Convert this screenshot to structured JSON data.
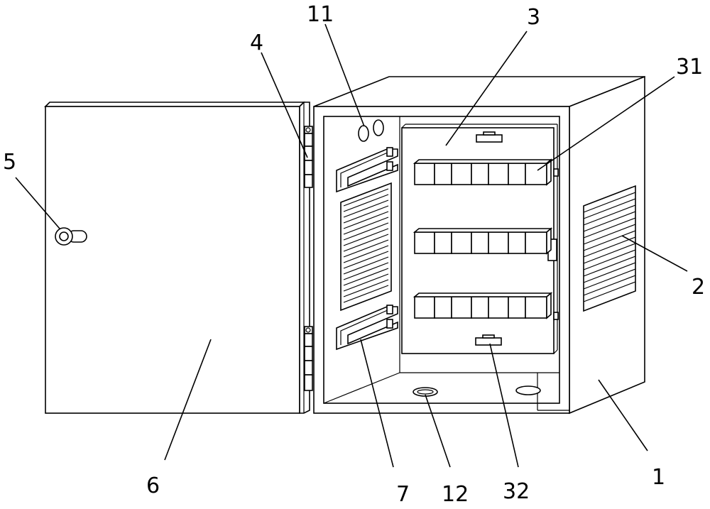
{
  "labels": {
    "cabinet_body": "1",
    "vent_louver": "2",
    "mounting_plate": "3",
    "plate_block_row": "31",
    "plate_clip": "32",
    "hinge": "4",
    "door_lock": "5",
    "door": "6",
    "door_rail": "7",
    "top_cable_hole": "11",
    "bottom_cable_hole": "12"
  }
}
